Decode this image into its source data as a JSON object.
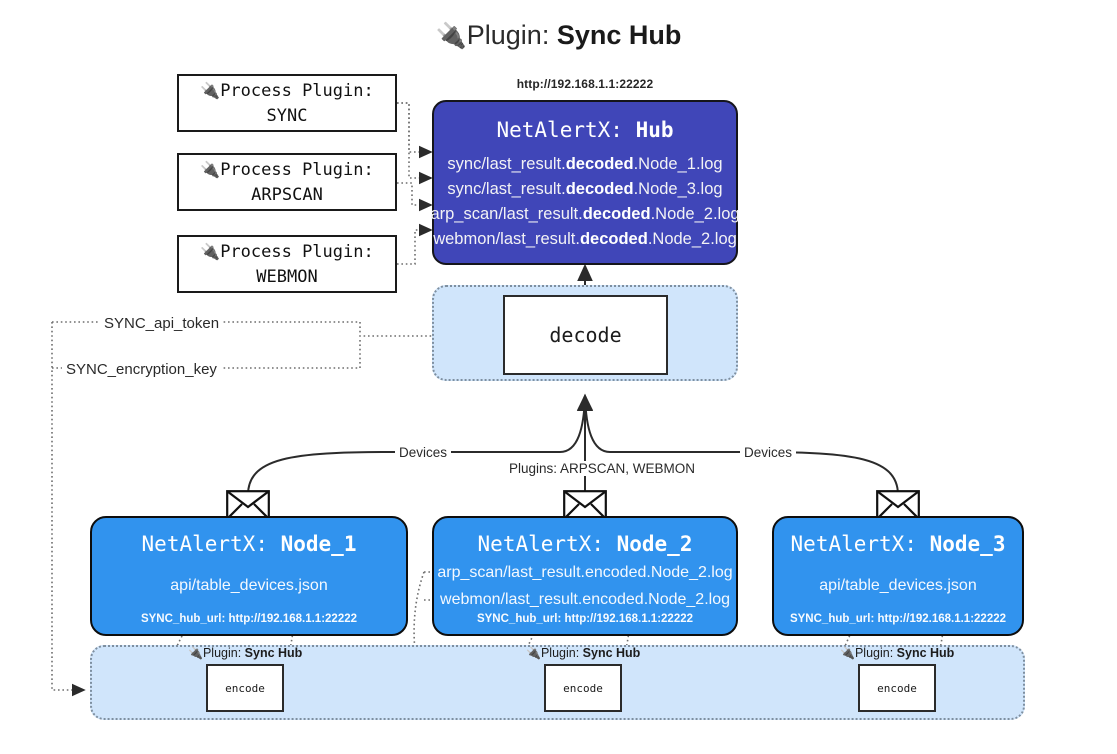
{
  "header": {
    "icon": "plug-icon",
    "prefix": "Plugin: ",
    "name": "Sync Hub"
  },
  "process_plugins": [
    {
      "icon": "plug-icon",
      "line1": "Process Plugin:",
      "line2": "SYNC"
    },
    {
      "icon": "plug-icon",
      "line1": "Process Plugin:",
      "line2": "ARPSCAN"
    },
    {
      "icon": "plug-icon",
      "line1": "Process Plugin:",
      "line2": "WEBMON"
    }
  ],
  "hub": {
    "url": "http://192.168.1.1:22222",
    "title_prefix": "NetAlertX: ",
    "title_name": "Hub",
    "logs": [
      {
        "pre": "sync/last_result.",
        "em": "decoded",
        "post": ".Node_1.log"
      },
      {
        "pre": "sync/last_result.",
        "em": "decoded",
        "post": ".Node_3.log"
      },
      {
        "pre": "arp_scan/last_result.",
        "em": "decoded",
        "post": ".Node_2.log"
      },
      {
        "pre": "webmon/last_result.",
        "em": "decoded",
        "post": ".Node_2.log"
      }
    ],
    "color": "#4046b8"
  },
  "decode": {
    "label": "decode"
  },
  "keys": {
    "api_token": "SYNC_api_token",
    "encryption_key": "SYNC_encryption_key"
  },
  "edge_labels": {
    "devices_left": "Devices",
    "devices_right": "Devices",
    "plugins_middle": "Plugins: ARPSCAN, WEBMON"
  },
  "nodes": [
    {
      "title_prefix": "NetAlertX: ",
      "title_name": "Node_1",
      "lines": [
        "api/table_devices.json"
      ],
      "url_key": "SYNC_hub_url: ",
      "url_value": "http://192.168.1.1:22222",
      "envelope_icon": "envelope-icon",
      "plugin_label_prefix": "Plugin: ",
      "plugin_label_name": "Sync Hub",
      "plugin_icon": "plug-icon",
      "encode_label": "encode",
      "color": "#3193ee"
    },
    {
      "title_prefix": "NetAlertX: ",
      "title_name": "Node_2",
      "lines": [
        "arp_scan/last_result.encoded.Node_2.log",
        "webmon/last_result.encoded.Node_2.log"
      ],
      "url_key": "SYNC_hub_url: ",
      "url_value": "http://192.168.1.1:22222",
      "envelope_icon": "envelope-icon",
      "plugin_label_prefix": "Plugin: ",
      "plugin_label_name": "Sync Hub",
      "plugin_icon": "plug-icon",
      "encode_label": "encode",
      "color": "#3193ee"
    },
    {
      "title_prefix": "NetAlertX: ",
      "title_name": "Node_3",
      "lines": [
        "api/table_devices.json"
      ],
      "url_key": "SYNC_hub_url: ",
      "url_value": "http://192.168.1.1:22222",
      "envelope_icon": "envelope-icon",
      "plugin_label_prefix": "Plugin: ",
      "plugin_label_name": "Sync Hub",
      "plugin_icon": "plug-icon",
      "encode_label": "encode",
      "color": "#3193ee"
    }
  ],
  "palette": {
    "hub_indigo": "#4046b8",
    "node_blue": "#3193ee",
    "container_light_blue": "#d0e5fb",
    "stroke_dark": "#1a1a1a",
    "dotted_gray": "#6e6e6e"
  }
}
